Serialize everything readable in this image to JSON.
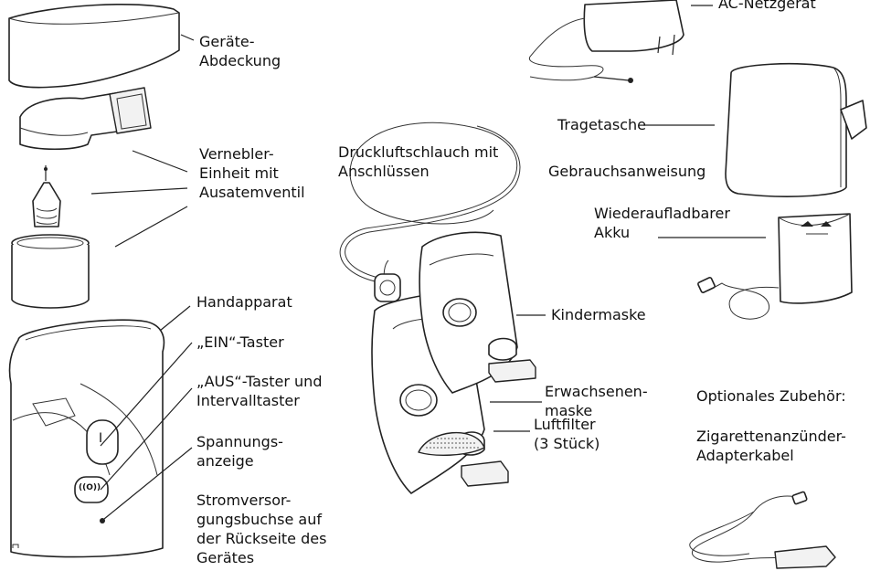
{
  "labels": {
    "geraete_abdeckung": [
      "Geräte-",
      "Abdeckung"
    ],
    "vernebler": [
      "Vernebler-",
      "Einheit mit",
      "Ausatemventil"
    ],
    "handapparat": "Handapparat",
    "ein_taster": "„EIN“-Taster",
    "aus_taster": [
      "„AUS“-Taster und",
      "Intervalltaster"
    ],
    "spannungsanzeige": [
      "Spannungs-",
      "anzeige"
    ],
    "stromversorgung": [
      "Stromversor-",
      "gungsbuchse auf",
      "der Rückseite des",
      "Gerätes"
    ],
    "druckluftschlauch": [
      "Druckluftschlauch mit",
      "Anschlüssen"
    ],
    "ac_netzgeraet": "AC-Netzgerät",
    "tragetasche": "Tragetasche",
    "gebrauchsanweisung": "Gebrauchsanweisung",
    "akku": [
      "Wiederaufladbarer",
      "Akku"
    ],
    "kindermaske": "Kindermaske",
    "erwachsenenmaske": [
      "Erwachsenen-",
      "maske"
    ],
    "optionales_zubehoer": "Optionales Zubehör:",
    "zigarettenanzuender": [
      "Zigarettenanzünder-",
      "Adapterkabel"
    ],
    "luftfilter": [
      "Luftfilter",
      "(3 Stück)"
    ]
  },
  "device_button_ein": "I",
  "device_button_aus": "((O))"
}
